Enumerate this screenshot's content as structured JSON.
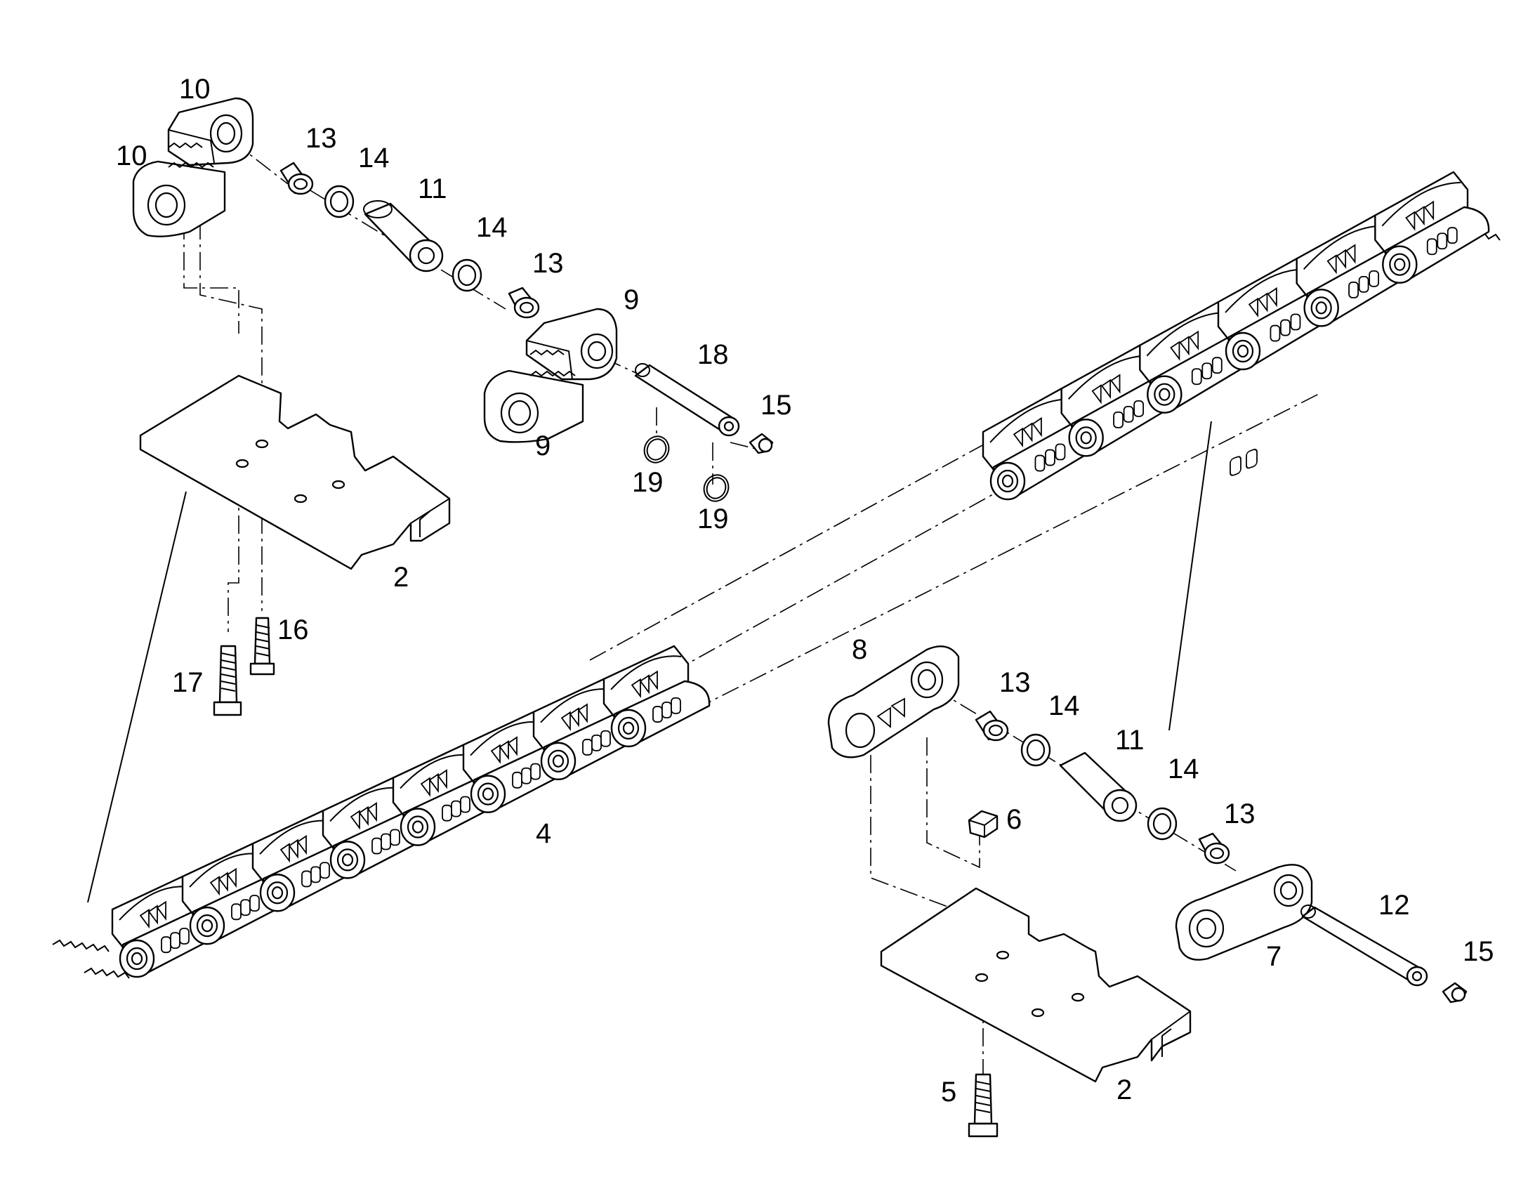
{
  "callouts": {
    "c10a": "10",
    "c10b": "10",
    "c13a": "13",
    "c14a": "14",
    "c11a": "11",
    "c14b": "14",
    "c13b": "13",
    "c9a": "9",
    "c9b": "9",
    "c18": "18",
    "c15a": "15",
    "c19a": "19",
    "c19b": "19",
    "c2a": "2",
    "c16": "16",
    "c17": "17",
    "c4": "4",
    "c8": "8",
    "c13c": "13",
    "c14c": "14",
    "c11b": "11",
    "c14d": "14",
    "c13d": "13",
    "c6": "6",
    "c12": "12",
    "c7": "7",
    "c15b": "15",
    "c5": "5",
    "c2b": "2"
  },
  "colors": {
    "line": "#000000",
    "background": "#ffffff"
  }
}
